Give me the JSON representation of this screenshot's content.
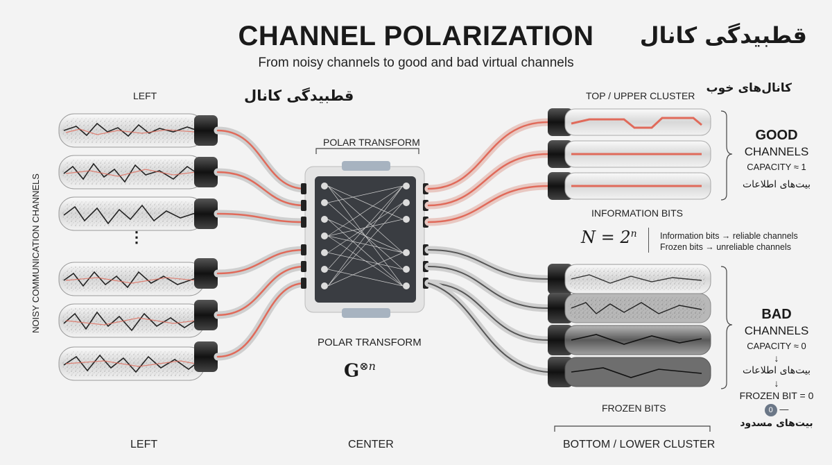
{
  "header": {
    "title": "CHANNEL POLARIZATION",
    "subtitle": "From noisy channels to good and bad virtual channels",
    "persian_title": "قطبیدگی کانال"
  },
  "left": {
    "top_label": "LEFT",
    "persian_label": "قطبیدگی کانال",
    "vertical_label": "NOISY COMMUNICATION CHANNELS",
    "ellipsis": "⋮",
    "bottom_label": "LEFT"
  },
  "center": {
    "top_label": "POLAR TRANSFORM",
    "bottom_label": "POLAR TRANSFORM",
    "generator_base": "G",
    "generator_exp": "⊗n",
    "footer_label": "CENTER"
  },
  "right": {
    "top_cluster_label": "TOP / UPPER CLUSTER",
    "persian_good": "کانال‌های خوب",
    "info_bits_label": "INFORMATION BITS",
    "frozen_bits_label": "FROZEN BITS",
    "bottom_cluster_label": "BOTTOM / LOWER CLUSTER",
    "formula_base": "N = 2",
    "formula_exp": "n",
    "legend_line1": "Information bits → reliable channels",
    "legend_line2": "Frozen bits → unreliable channels"
  },
  "good": {
    "heading": "GOOD",
    "sub": "CHANNELS",
    "capacity": "CAPACITY ≈ 1",
    "persian": "بیت‌های اطلاعات"
  },
  "bad": {
    "heading": "BAD",
    "sub": "CHANNELS",
    "capacity": "CAPACITY ≈ 0",
    "arrow": "↓",
    "persian1": "بیت‌های اطلاعات",
    "frozen_bit": "FROZEN BIT = 0",
    "zero": "0",
    "zero_dash": "—",
    "persian2": "بیت‌های مسدود"
  },
  "colors": {
    "red_glow": "#e06a5a",
    "tube_glass": "#dcdcdc",
    "chip_body": "#3a3d42",
    "chip_frame": "#e8e8e8"
  }
}
